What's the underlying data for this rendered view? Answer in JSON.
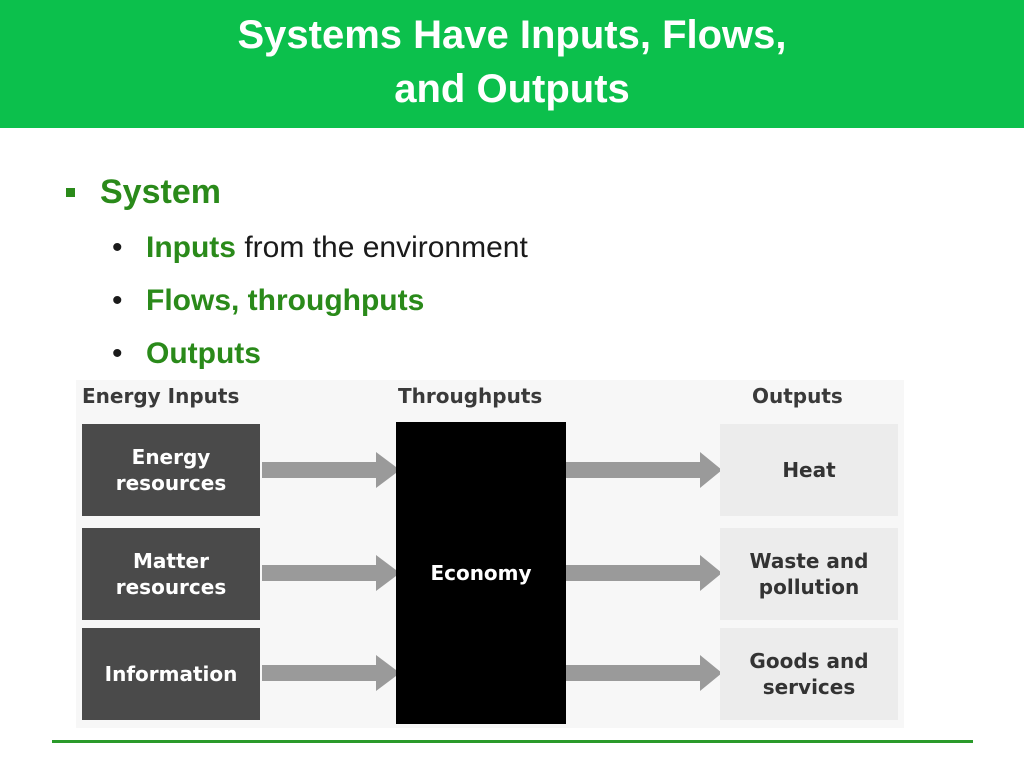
{
  "title": {
    "line1": "Systems Have Inputs, Flows,",
    "line2": "and Outputs"
  },
  "bullets": {
    "main": "System",
    "sub": [
      {
        "bold": "Inputs",
        "rest": " from the environment"
      },
      {
        "bold": "Flows, throughputs",
        "rest": ""
      },
      {
        "bold": "Outputs",
        "rest": ""
      }
    ]
  },
  "diagram": {
    "headers": {
      "inputs": "Energy Inputs",
      "throughputs": "Throughputs",
      "outputs": "Outputs"
    },
    "inputs": [
      "Energy\nresources",
      "Matter\nresources",
      "Information"
    ],
    "center": "Economy",
    "outputs": [
      "Heat",
      "Waste and\npollution",
      "Goods and\nservices"
    ]
  },
  "colors": {
    "header_green": "#0cc04c",
    "text_green": "#2a8a1a"
  }
}
